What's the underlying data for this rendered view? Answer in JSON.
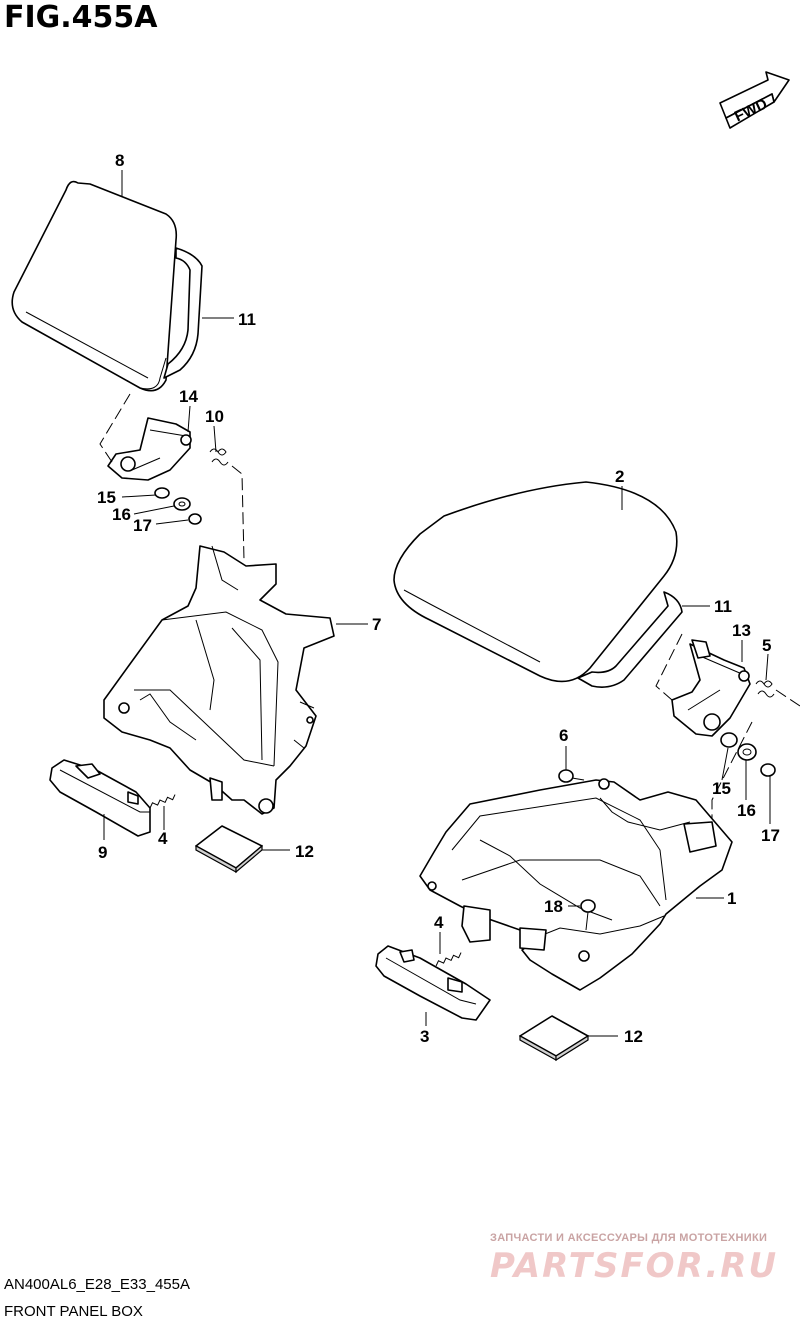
{
  "header": {
    "figure_title": "FIG.455A"
  },
  "fwd_label": "FWD",
  "callouts": {
    "c8": "8",
    "c11a": "11",
    "c14": "14",
    "c10": "10",
    "c15a": "15",
    "c16a": "16",
    "c17a": "17",
    "c7": "7",
    "c9": "9",
    "c4a": "4",
    "c12a": "12",
    "c2": "2",
    "c11b": "11",
    "c13": "13",
    "c5": "5",
    "c6": "6",
    "c15b": "15",
    "c16b": "16",
    "c17b": "17",
    "c1": "1",
    "c18": "18",
    "c4b": "4",
    "c3": "3",
    "c12b": "12"
  },
  "footer": {
    "model_code": "AN400AL6_E28_E33_455A",
    "caption": "FRONT PANEL BOX"
  },
  "watermark": {
    "line1": "ЗАПЧАСТИ И АКСЕССУАРЫ ДЛЯ МОТОТЕХНИКИ",
    "line2": "PARTSFOR.RU"
  }
}
